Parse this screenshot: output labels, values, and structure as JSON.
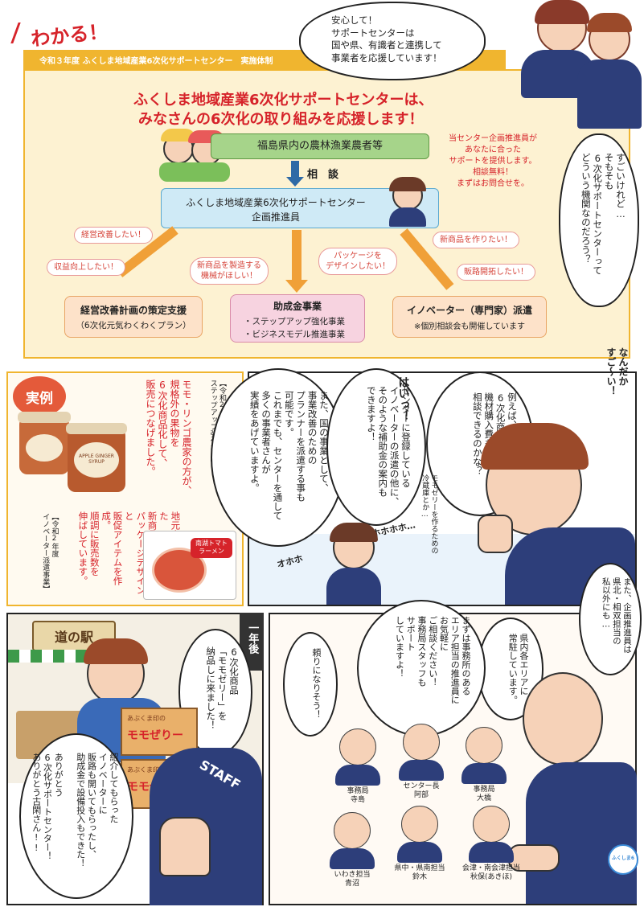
{
  "header": {
    "badge": "わかる！",
    "subtitle": "令和３年度 ふくしま地域産業6次化サポートセンター　実施体制"
  },
  "top": {
    "speech_support": "安心して！\nサポートセンターは\n国や県、有識者と連携して\n事業者を応援しています！",
    "speech_question": "すごいけれど…\nそもそも\n6次化サポートセンターって\nどういう機関なのだろう？",
    "headline_1": "ふくしま地域産業6次化サポートセンターは、",
    "headline_2": "みなさんの6次化の取り組みを応援します！",
    "farmers_box": "福島県内の農林漁業農者等",
    "consult_label": "相　談",
    "center_box_1": "ふくしま地域産業6次化サポートセンター",
    "center_box_2": "企画推進員",
    "red_note": "当センター企画推進員が\nあなたに合った\nサポートを提供します。\n相談無料！\nまずはお問合せを。",
    "pills": [
      "経営改善したい！",
      "収益向上したい！",
      "新商品を製造する\n機械がほしい！",
      "パッケージを\nデザインしたい！",
      "新商品を作りたい！",
      "販路開拓したい！"
    ],
    "support_1_title": "経営改善計画の策定支援",
    "support_1_sub": "（6次化元気わくわくプラン）",
    "support_2_title": "助成金事業",
    "support_2_items": [
      "・ステップアップ強化事業",
      "・ビジネスモデル推進事業"
    ],
    "support_3_title": "イノベーター（専門家）派遣",
    "support_3_sub": "※個別相談会も開催しています"
  },
  "middle": {
    "example_badge": "実例",
    "apple_product_label": "APPLE GINGER SYRUP",
    "case_1_text": "モモ・リンゴ農家の方が、\n規格外の果物を\n6次化商品化して、\n販売につなげました。",
    "case_1_source": "【令和2年度地域産業6次化\nステップアップ強化事業】",
    "case_2_text": "地元産トマトを使った\n新商品の\nパッケージデザインと\n販促アイテムを作成。\n順調に販売数を\n伸ばしています。",
    "case_2_source": "【令和2年度\nイノベーター派遣事業】",
    "ramen_label": "南湖トマト\nラーメン",
    "speech_staff_long": "また、国の事業として、\n事業改善のための\nプランナーを派遣する事も\n可能です。\nこれまでも、センターを通して\n多くの事業者さんが\n実績をあげていますよ。",
    "speech_innovator": "センターに登録している\nイノベーターの派遣の他に、\nそのような補助金の案内も\nできますよ！",
    "hai": "はいっ！",
    "speech_man_question": "例えば、\n6次化商品開発のための\n機材購入費も\n相談できるのかな？",
    "whisper": "モモゼリーを作るための\n冷蔵庫とか…",
    "laugh_1": "ホホホホ…",
    "laugh_2": "オホホ",
    "exclaim": "なんだか\nすご〜い！"
  },
  "bottom": {
    "one_year_later": "一年後",
    "michi_sign": "道の駅",
    "speech_delivery": "6次化商品\n「モモゼリー」を\n納品しに来ました！",
    "box_label": "モモぜりー",
    "box_brand": "あぶくま印の",
    "staff_label": "STAFF",
    "speech_thanks": "紹介してもらった\nイノベーターに\n販路も開いてもらったし、\n助成金で設備投入もできた！\n\nありがとう\n6次化サポートセンター！\nありがとう古閑さん!!",
    "speech_also": "また、企画推進員は\n県北・相双担当の\n私以外にも…",
    "speech_resident": "県内各エリアに\n常駐しています。",
    "speech_contact": "まずは事務所のある\nエリア担当の推進員に\nお気軽に\nご相談ください！\n事務局スタッフも\nサポート\nしていますよ！",
    "speech_reliable": "頼りになりそう！",
    "staff": [
      {
        "role": "事務局",
        "name": "寺島"
      },
      {
        "role": "センター長",
        "name": "阿部"
      },
      {
        "role": "事務局",
        "name": "大橋"
      },
      {
        "role": "いわき担当",
        "name": "青沼"
      },
      {
        "role": "県中・県南担当",
        "name": "鈴木"
      },
      {
        "role": "会津・南会津担当",
        "name": "秋保(あきほ)"
      }
    ],
    "logo": "ふくしま6"
  },
  "colors": {
    "accent_red": "#d6232a",
    "panel_cream": "#fdf2d2",
    "frame_gold": "#f0b52f",
    "arrow_orange": "#f0a038",
    "green_box": "#a6d48a",
    "blue_box": "#cfeaf6",
    "pink_box": "#f7d3e0",
    "peach_box": "#fde2c9",
    "suit_navy": "#2d3e7a"
  }
}
